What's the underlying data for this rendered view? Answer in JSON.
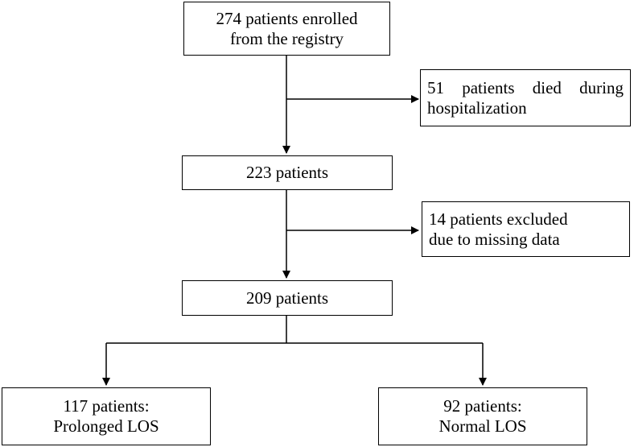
{
  "boxes": {
    "enrolled": {
      "line1": "274 patients enrolled",
      "line2": "from the registry"
    },
    "died": {
      "line1_words": [
        "51",
        "patients",
        "died",
        "during"
      ],
      "line2": "hospitalization"
    },
    "after_deaths": {
      "line1": "223 patients"
    },
    "excluded": {
      "line1": "14 patients excluded",
      "line2": "due to missing data"
    },
    "final": {
      "line1": "209 patients"
    },
    "prolonged": {
      "line1": "117 patients:",
      "line2": "Prolonged LOS"
    },
    "normal": {
      "line1": "92 patients:",
      "line2": "Normal LOS"
    }
  }
}
